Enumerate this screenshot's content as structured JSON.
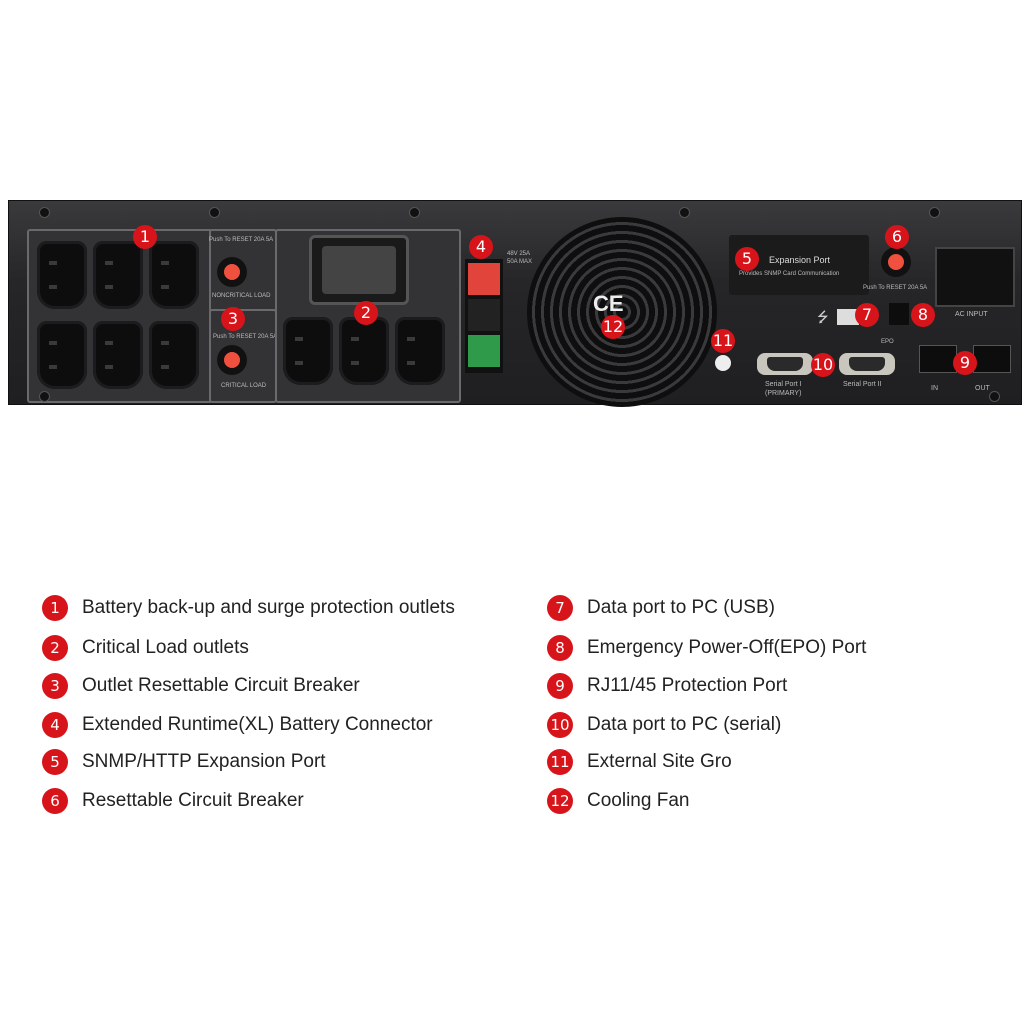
{
  "panel": {
    "callouts": [
      "1",
      "2",
      "3",
      "4",
      "5",
      "6",
      "7",
      "8",
      "9",
      "10",
      "11",
      "12"
    ],
    "labels": {
      "breaker_top": "Push To RESET 20A 5A",
      "noncritical": "NONCRITICAL LOAD",
      "breaker_mid": "Push To RESET 20A 5A",
      "critical": "CRITICAL LOAD",
      "battery_rating": "48V 25A",
      "battery_rating2": "50A MAX",
      "ce_mark": "CE",
      "expansion_title": "Expansion Port",
      "expansion_sub": "Provides SNMP Card Communication",
      "breaker_right": "Push To RESET 20A 5A",
      "ac_input": "AC INPUT",
      "epo": "EPO",
      "serial1": "Serial Port I",
      "serial1_sub": "(PRIMARY)",
      "serial2": "Serial Port II",
      "rj_in": "IN",
      "rj_out": "OUT"
    }
  },
  "legend": {
    "left": [
      {
        "num": "1",
        "text": "Battery back-up and surge protection outlets"
      },
      {
        "num": "2",
        "text": "Critical Load outlets"
      },
      {
        "num": "3",
        "text": "Outlet Resettable Circuit Breaker"
      },
      {
        "num": "4",
        "text": "Extended Runtime(XL) Battery Connector"
      },
      {
        "num": "5",
        "text": "SNMP/HTTP Expansion Port"
      },
      {
        "num": "6",
        "text": "Resettable Circuit Breaker"
      }
    ],
    "right": [
      {
        "num": "7",
        "text": "Data port to PC (USB)"
      },
      {
        "num": "8",
        "text": "Emergency Power-Off(EPO) Port"
      },
      {
        "num": "9",
        "text": "RJ11/45 Protection Port"
      },
      {
        "num": "10",
        "text": "Data port to PC (serial)"
      },
      {
        "num": "11",
        "text": "External Site Gro"
      },
      {
        "num": "12",
        "text": "Cooling Fan"
      }
    ]
  },
  "colors": {
    "badge": "#d8141b",
    "panel": "#262628"
  }
}
